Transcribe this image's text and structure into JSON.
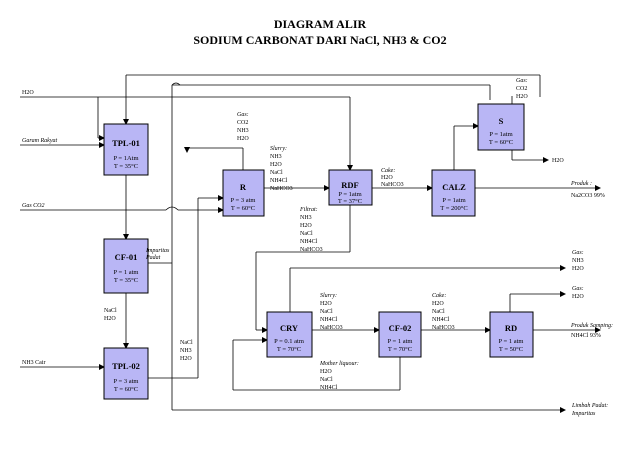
{
  "title": {
    "line1": "DIAGRAM ALIR",
    "line2": "SODIUM CARBONAT DARI NaCl, NH3 & CO2"
  },
  "units": {
    "tpl01": {
      "name": "TPL-01",
      "p": "P = 1Atm",
      "t": "T = 35°C"
    },
    "cf01": {
      "name": "CF-01",
      "p": "P = 1 atm",
      "t": "T = 35°C"
    },
    "tpl02": {
      "name": "TPL-02",
      "p": "P = 3 atm",
      "t": "T = 60°C"
    },
    "r": {
      "name": "R",
      "p": "P = 3 atm",
      "t": "T = 60°C"
    },
    "rdf": {
      "name": "RDF",
      "p": "P = 1atm",
      "t": "T = 37°C"
    },
    "calz": {
      "name": "CALZ",
      "p": "P = 1atm",
      "t": "T = 200°C"
    },
    "s": {
      "name": "S",
      "p": "P = 1atm",
      "t": "T = 60°C"
    },
    "cry": {
      "name": "CRY",
      "p": "P = 0.1 atm",
      "t": "T = 70°C"
    },
    "cf02": {
      "name": "CF-02",
      "p": "P = 1 atm",
      "t": "T = 70°C"
    },
    "rd": {
      "name": "RD",
      "p": "P = 1 atm",
      "t": "T = 50°C"
    }
  },
  "labels": {
    "h2o_in": "H2O",
    "garam_rakyat": "Garam Rakyat",
    "gas_co2": "Gas CO2",
    "nh3_cair": "NH3 Cair",
    "impuritas_padat": [
      "Impuritas",
      "Padat"
    ],
    "nacl_h2o": [
      "NaCl",
      "H2O"
    ],
    "tpl02_out": [
      "NaCl",
      "NH3",
      "H2O"
    ],
    "gas_top": [
      "Gas:",
      "CO2",
      "NH3",
      "H2O"
    ],
    "slurry1": [
      "Slurry:",
      "NH3",
      "H2O",
      "NaCl",
      "NH4Cl",
      "NaHCO3"
    ],
    "filtrat": [
      "Filtrat:",
      "NH3",
      "H2O",
      "NaCl",
      "NH4Cl",
      "NaHCO3"
    ],
    "cake1": [
      "Cake:",
      "H2O",
      "NaHCO3"
    ],
    "gas_s": [
      "Gas:",
      "CO2",
      "H2O"
    ],
    "h2o_s": "H2O",
    "produk": [
      "Produk :",
      "Na2CO3  99%"
    ],
    "gas_cry": [
      "Gas:",
      "NH3",
      "H2O"
    ],
    "slurry2": [
      "Slurry:",
      "H2O",
      "NaCl",
      "NH4Cl",
      "NaHCO3"
    ],
    "mother": [
      "Mother liquour:",
      "H2O",
      "NaCl",
      "NH4Cl"
    ],
    "cake2": [
      "Cake:",
      "H2O",
      "NaCl",
      "NH4Cl",
      "NaHCO3"
    ],
    "gas_rd": [
      "Gas:",
      "H2O"
    ],
    "produk_samping": [
      "Produk Samping:",
      "NH4Cl 93%"
    ],
    "limbah": [
      "Limbah Padat:",
      "Impuritas"
    ]
  }
}
